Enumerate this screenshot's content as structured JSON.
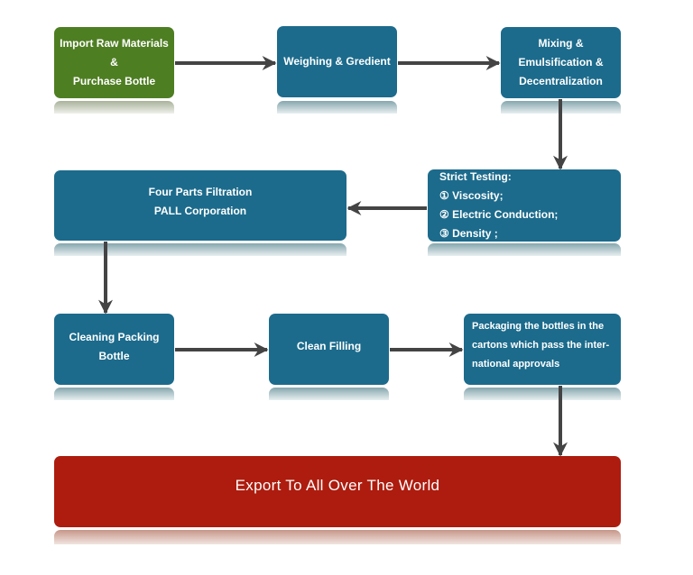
{
  "diagram": {
    "type": "process-flowchart",
    "colors": {
      "step_blue": "#1c6b8c",
      "start_green": "#4e7e22",
      "end_red": "#ad1c0e",
      "arrow": "#444444"
    },
    "nodes": {
      "import": {
        "lines": [
          "Import Raw Materials",
          "&",
          "Purchase Bottle"
        ]
      },
      "weighing": {
        "lines": [
          "Weighing & Gredient"
        ]
      },
      "mixing": {
        "lines": [
          "Mixing &",
          "Emulsification &",
          "Decentralization"
        ]
      },
      "testing": {
        "lines": [
          "Strict Testing:",
          "①  Viscosity;",
          "②  Electric Conduction;",
          "③  Density ;"
        ]
      },
      "filtration": {
        "lines": [
          "Four Parts Filtration",
          "PALL Corporation"
        ]
      },
      "cleaning": {
        "lines": [
          "Cleaning Packing",
          "Bottle"
        ]
      },
      "filling": {
        "lines": [
          "Clean Filling"
        ]
      },
      "packaging": {
        "lines": [
          "Packaging the bottles in the",
          "cartons which pass the inter-",
          "national approvals"
        ]
      },
      "export": {
        "lines": [
          "Export To All Over The World"
        ]
      }
    },
    "edges": [
      {
        "from": "import",
        "to": "weighing"
      },
      {
        "from": "weighing",
        "to": "mixing"
      },
      {
        "from": "mixing",
        "to": "testing"
      },
      {
        "from": "testing",
        "to": "filtration"
      },
      {
        "from": "filtration",
        "to": "cleaning"
      },
      {
        "from": "cleaning",
        "to": "filling"
      },
      {
        "from": "filling",
        "to": "packaging"
      },
      {
        "from": "packaging",
        "to": "export"
      }
    ]
  }
}
